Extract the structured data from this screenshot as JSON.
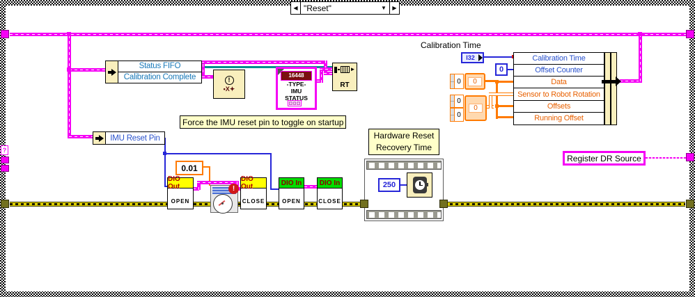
{
  "case_selector": {
    "value": "\"Reset\"",
    "prev": "◀",
    "next": "▶",
    "dropdown": "▼"
  },
  "status_unbundle": {
    "fields": [
      {
        "name": "Status FIFO"
      },
      {
        "name": "Calibration Complete"
      }
    ]
  },
  "clear_errors_vi": {
    "top_glyph": "!",
    "bottom_glyph": "•X✦"
  },
  "type_constant": {
    "value": "16448",
    "line1": "-TYPE-",
    "line2": "IMU",
    "line3": "STATUS"
  },
  "rt_fifo_node": {
    "label": "RT"
  },
  "comment_force": "Force the IMU reset pin to toggle on startup",
  "imu_unbundle": {
    "fields": [
      {
        "name": "IMU Reset Pin"
      }
    ]
  },
  "const_wait_small": "0.01",
  "dio": [
    {
      "header": "DIO Out",
      "action": "OPEN"
    },
    {
      "header": "DIO Out",
      "action": "CLOSE"
    },
    {
      "header": "DIO In",
      "action": "OPEN"
    },
    {
      "header": "DIO In",
      "action": "CLOSE"
    }
  ],
  "comment_hw": {
    "line1": "Hardware Reset",
    "line2": "Recovery Time"
  },
  "sequence": {
    "wait_ms": "250"
  },
  "calibration_terminal": {
    "label": "Calibration Time",
    "type": "I32"
  },
  "const_offset_counter": "0",
  "array_1d": {
    "index": "0",
    "value": "0"
  },
  "array_2d": {
    "index1": "0",
    "index2": "0",
    "value": "0"
  },
  "bundle": {
    "fields": [
      {
        "name": "Calibration Time"
      },
      {
        "name": "Offset Counter"
      },
      {
        "name": "Data"
      },
      {
        "name": "Sensor to Robot Rotation"
      },
      {
        "name": "Offsets"
      },
      {
        "name": "Running Offset"
      }
    ]
  },
  "register_dr_source": "Register DR Source",
  "left_border_unwired_tunnel": "?",
  "colors": {
    "wire_cluster": "#f500f5",
    "wire_error": "#d9cb00",
    "wire_refnum_teal": "#008e8e",
    "wire_numeric_blue": "#2626d8",
    "wire_numeric_orange": "#ff7a00",
    "node_beige": "#f9efbd",
    "dio_out_header": "#ffff00",
    "dio_in_header": "#00dd00",
    "label_bg": "#ffffc9"
  }
}
